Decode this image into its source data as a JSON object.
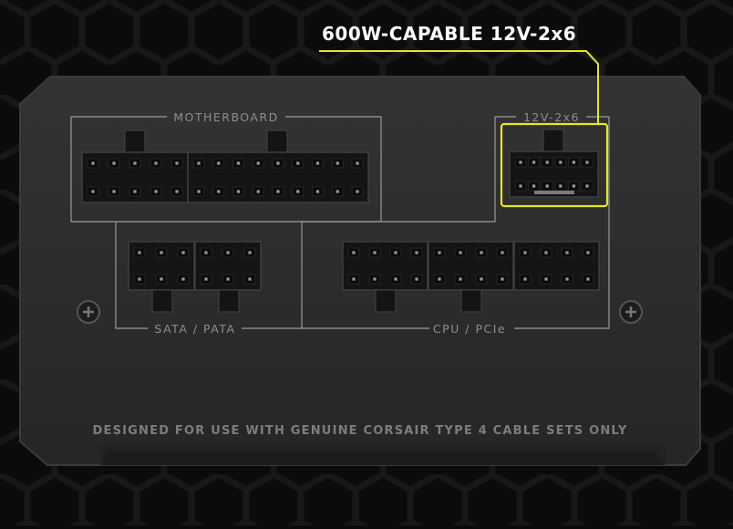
{
  "callout": {
    "text": "600W-CAPABLE 12V-2x6",
    "color": "#e4e62a"
  },
  "groups": {
    "motherboard": "MOTHERBOARD",
    "sata_pata": "SATA / PATA",
    "cpu_pcie": "CPU / PCIe",
    "hv": "12V-2x6"
  },
  "disclaimer": "DESIGNED FOR USE WITH GENUINE CORSAIR TYPE 4 CABLE SETS ONLY",
  "colors": {
    "background": "#0b0b0b",
    "panel": "#2d2d2d",
    "outline": "#8a8a8a",
    "highlight": "#e4e62a"
  }
}
